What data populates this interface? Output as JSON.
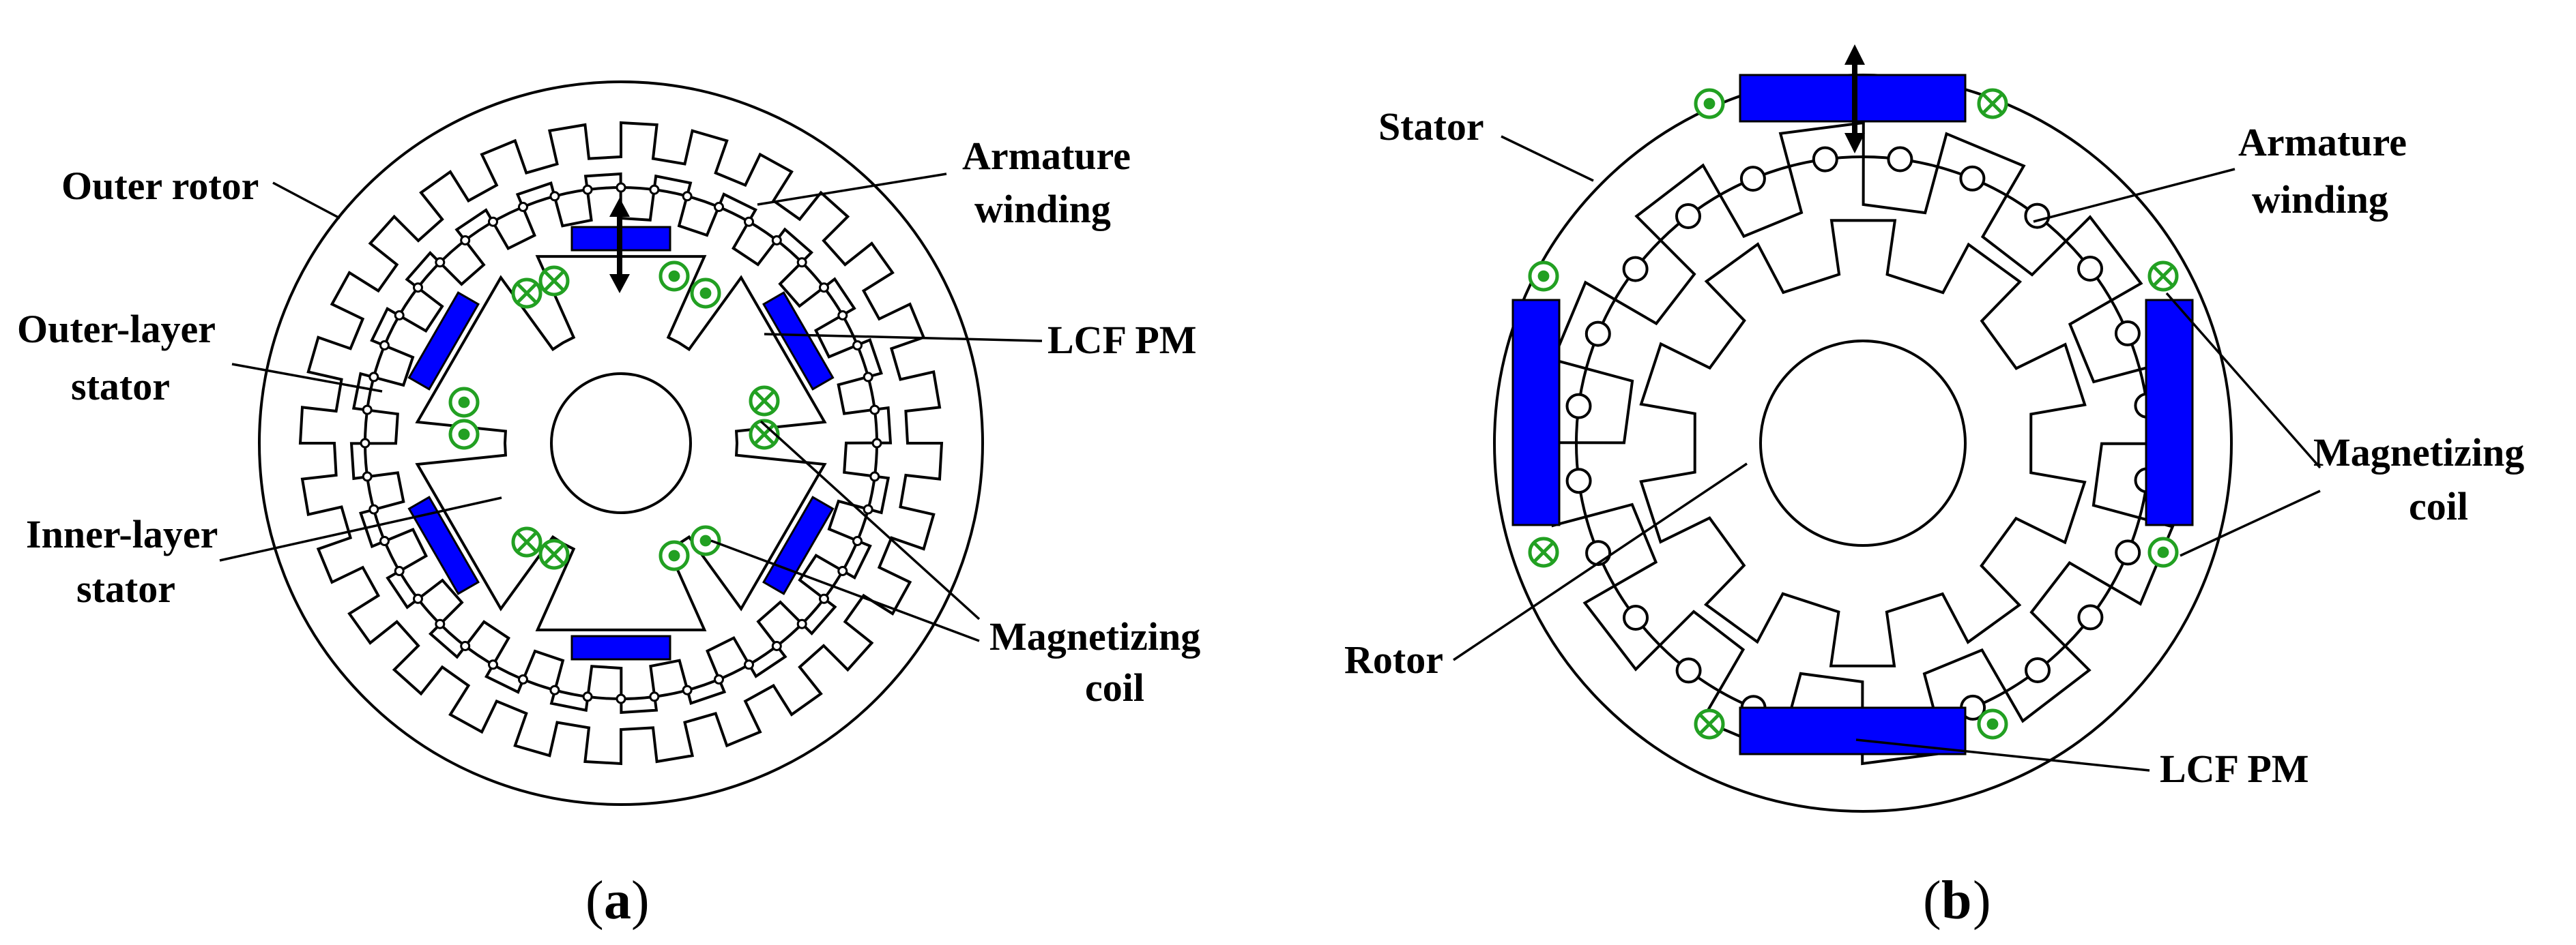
{
  "diagram_a": {
    "caption_open": "(",
    "caption_letter": "a",
    "caption_close": ")",
    "labels": {
      "outer_rotor": "Outer rotor",
      "outer_layer_stator_1": "Outer-layer",
      "outer_layer_stator_2": "stator",
      "inner_layer_stator_1": "Inner-layer",
      "inner_layer_stator_2": "stator",
      "armature_winding_1": "Armature",
      "armature_winding_2": "winding",
      "lcf_pm": "LCF PM",
      "magnetizing_coil_1": "Magnetizing",
      "magnetizing_coil_2": "coil"
    }
  },
  "diagram_b": {
    "caption_open": "(",
    "caption_letter": "b",
    "caption_close": ")",
    "labels": {
      "stator": "Stator",
      "rotor": "Rotor",
      "armature_winding_1": "Armature",
      "armature_winding_2": "winding",
      "magnetizing_coil_1": "Magnetizing",
      "magnetizing_coil_2": "coil",
      "lcf_pm": "LCF PM"
    }
  },
  "colors": {
    "pm_blue": "#0000ff",
    "coil_green": "#22a022",
    "line_black": "#000000"
  }
}
